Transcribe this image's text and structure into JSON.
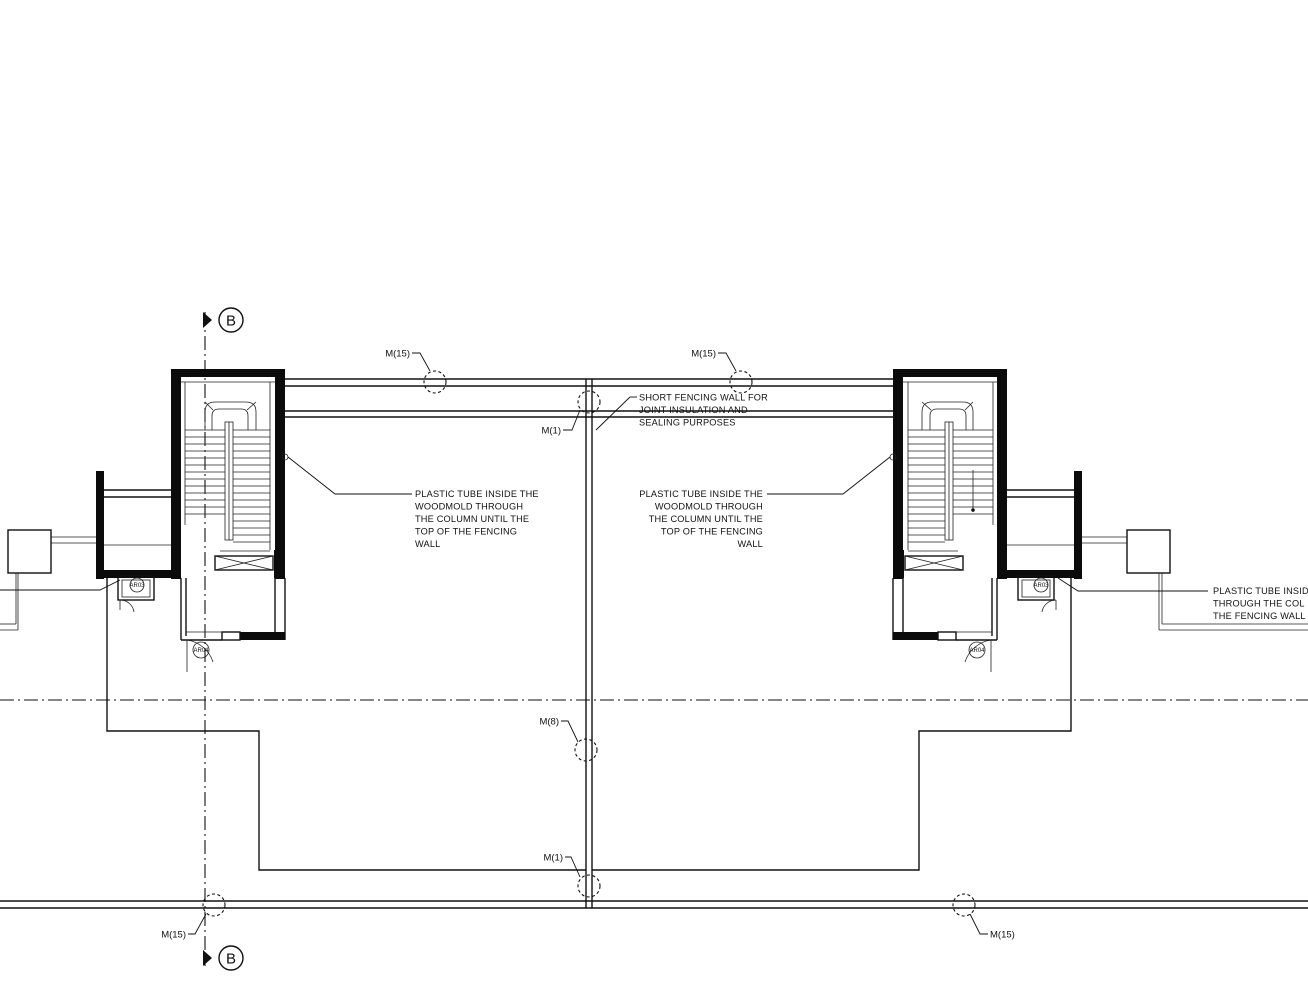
{
  "grid": {
    "label": "B"
  },
  "notes": {
    "plastic_tube_left": [
      "PLASTIC TUBE INSIDE THE",
      "WOODMOLD THROUGH",
      "THE COLUMN UNTIL THE",
      "TOP OF THE FENCING",
      "WALL"
    ],
    "plastic_tube_middle": [
      "PLASTIC TUBE INSIDE THE",
      "WOODMOLD THROUGH",
      "THE COLUMN UNTIL THE",
      "TOP OF THE FENCING",
      "WALL"
    ],
    "plastic_tube_right": [
      "PLASTIC TUBE INSIDE",
      "THROUGH THE COL",
      "THE FENCING WALL"
    ],
    "short_fencing": [
      "SHORT FENCING WALL FOR",
      "JOINT INSULATION AND",
      "SEALING PURPOSES"
    ]
  },
  "tags": {
    "m15_top_left": "M(15)",
    "m15_top_right": "M(15)",
    "m1_top": "M(1)",
    "m8_center": "M(8)",
    "m1_bottom": "M(1)",
    "m15_bottom_left": "M(15)",
    "m15_bottom_right": "M(15)"
  },
  "door_tags": {
    "left_main": "AR04",
    "left_small": "AR03",
    "right_main": "AR04",
    "right_small": "AR03"
  }
}
